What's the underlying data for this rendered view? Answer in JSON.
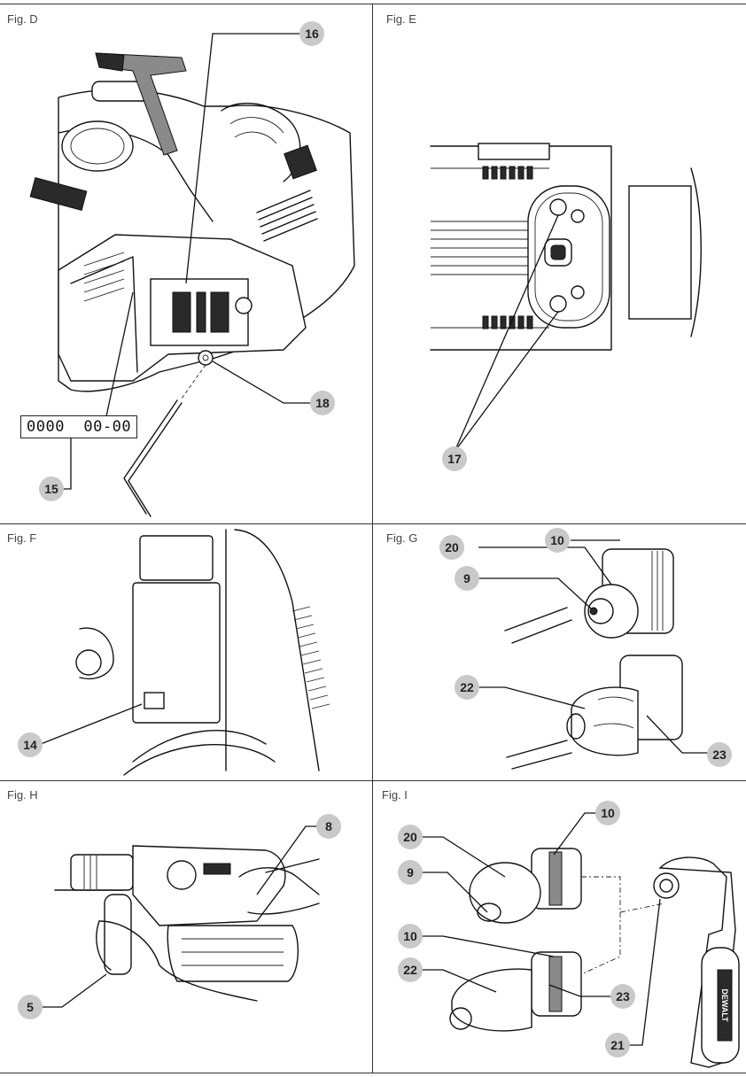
{
  "figures": {
    "d": {
      "label": "Fig. D",
      "callouts": [
        "16",
        "18",
        "15"
      ],
      "date_code": "0000  00-00"
    },
    "e": {
      "label": "Fig. E",
      "callouts": [
        "17"
      ]
    },
    "f": {
      "label": "Fig. F",
      "callouts": [
        "14"
      ]
    },
    "g": {
      "label": "Fig. G",
      "callouts": [
        "10",
        "20",
        "9",
        "22",
        "23"
      ]
    },
    "h": {
      "label": "Fig. H",
      "callouts": [
        "8",
        "5"
      ]
    },
    "i": {
      "label": "Fig. I",
      "callouts": [
        "10",
        "20",
        "9",
        "10",
        "22",
        "23",
        "21"
      ]
    }
  },
  "brand_mark": "DEWALT"
}
